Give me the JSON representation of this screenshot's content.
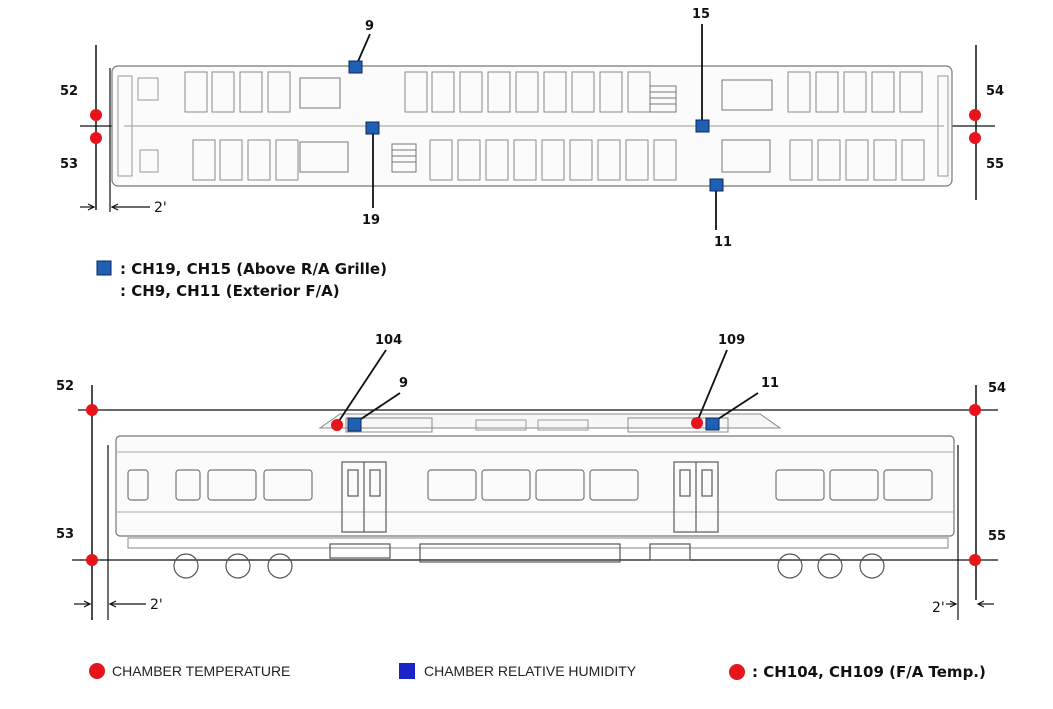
{
  "plan_view": {
    "corner_labels": {
      "top_left": "52",
      "bottom_left": "53",
      "top_right": "54",
      "bottom_right": "55"
    },
    "sensor_labels": {
      "ch9": "9",
      "ch15": "15",
      "ch19": "19",
      "ch11": "11"
    },
    "dimension_label": "2'",
    "legend_line1": ": CH19, CH15 (Above R/A Grille)",
    "legend_line2": ": CH9, CH11 (Exterior F/A)"
  },
  "side_view": {
    "corner_labels": {
      "top_left": "52",
      "bottom_left": "53",
      "top_right": "54",
      "bottom_right": "55"
    },
    "sensor_labels": {
      "ch104": "104",
      "ch9": "9",
      "ch109": "109",
      "ch11": "11"
    },
    "dimension_label_left": "2'",
    "dimension_label_right": "2'"
  },
  "legend": {
    "temperature": "CHAMBER TEMPERATURE",
    "humidity": "CHAMBER RELATIVE HUMIDITY",
    "fa_temp": ": CH104, CH109 (F/A Temp.)"
  },
  "colors": {
    "temperature_marker": "#e8141b",
    "humidity_marker": "#1f5fb4",
    "legend_humidity_marker": "#1a22c8"
  }
}
